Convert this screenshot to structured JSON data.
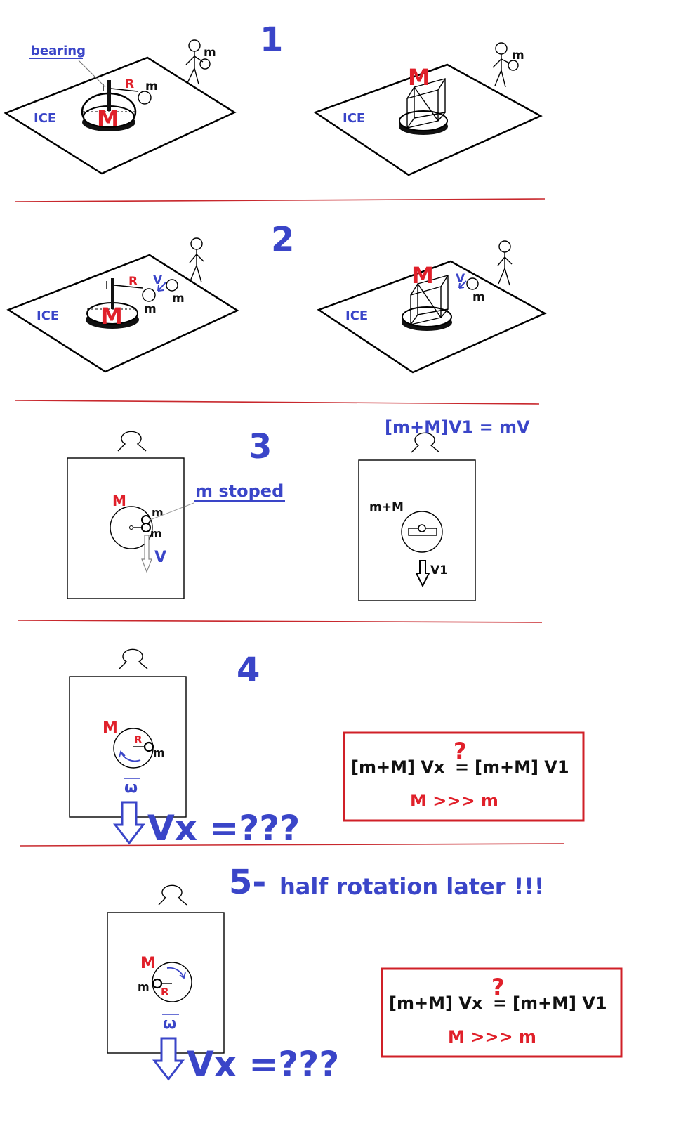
{
  "sections": [
    {
      "number": "1"
    },
    {
      "number": "2"
    },
    {
      "number": "3"
    },
    {
      "number": "4"
    },
    {
      "number": "5-",
      "caption": "half rotation later !!!"
    }
  ],
  "labels": {
    "bearing": "bearing",
    "ice": "ICE",
    "big_mass": "M",
    "small_mass": "m",
    "radius": "R",
    "velocity": "V",
    "stopped": "m stoped",
    "combined_mass": "m+M",
    "v1": "V1",
    "omega": "ω",
    "vx_query": "Vx =???"
  },
  "equations": {
    "momentum": "[m+M]V1 = mV",
    "compare_left": "[m+M] Vx",
    "compare_eq": "=",
    "compare_right": "[m+M] V1",
    "question_mark": "?",
    "mass_ratio": "M >>> m"
  },
  "colors": {
    "blue": "#3a45c8",
    "red": "#e0202a",
    "divider": "#c8282d",
    "black": "#111111"
  }
}
